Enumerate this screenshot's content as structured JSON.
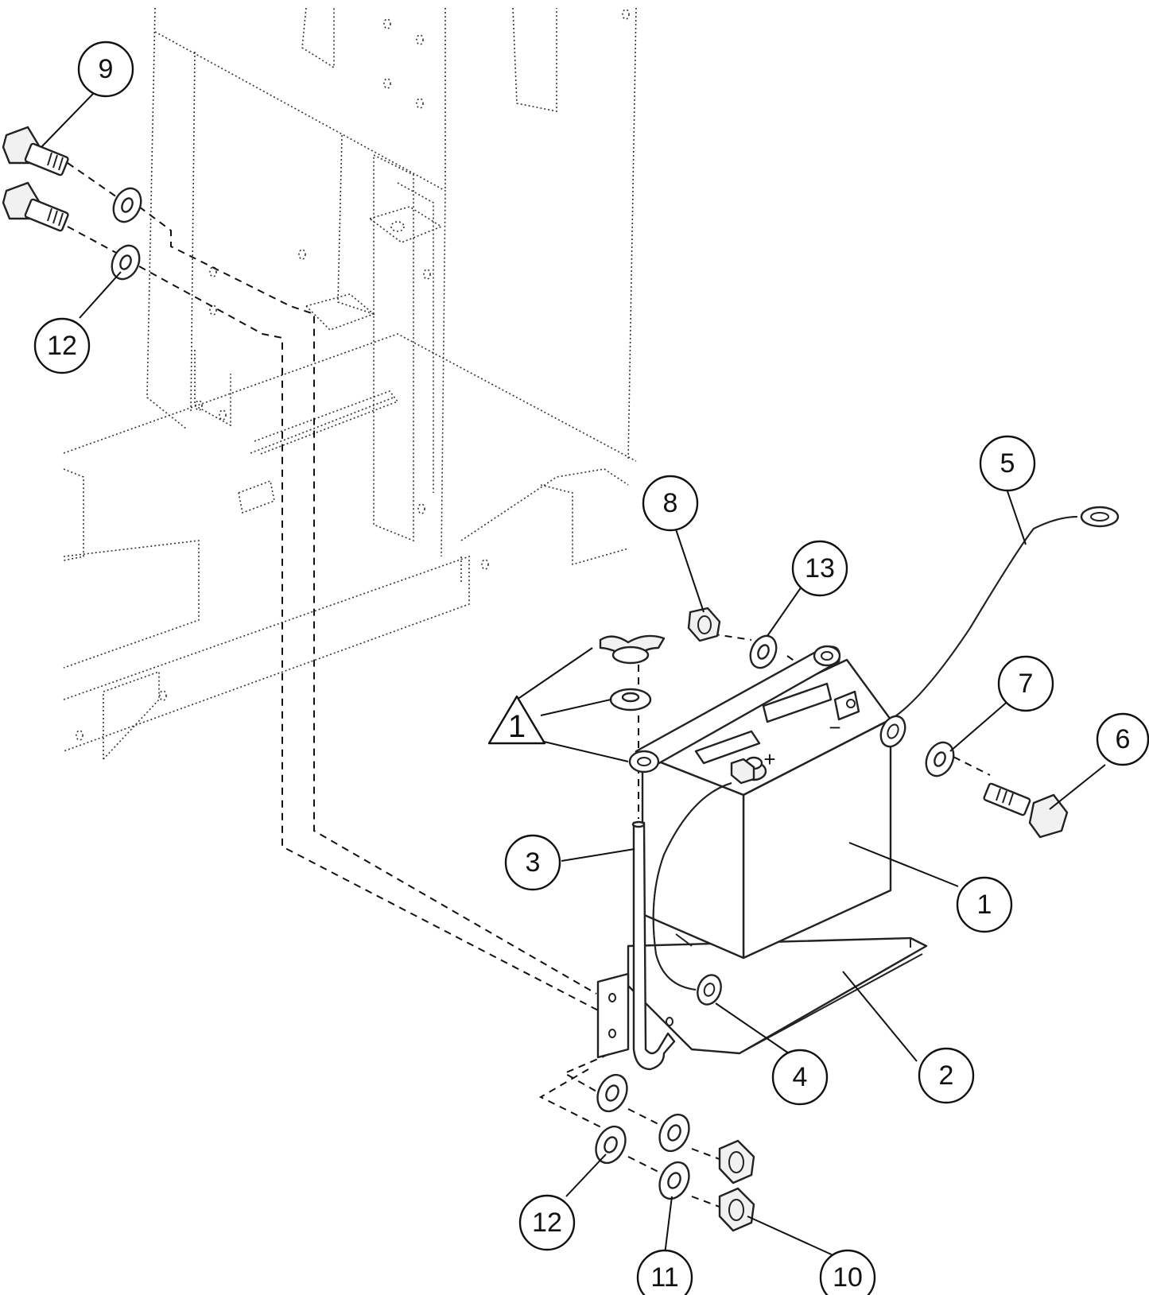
{
  "callouts": [
    {
      "id": "c9",
      "label": "9"
    },
    {
      "id": "c12a",
      "label": "12"
    },
    {
      "id": "c5",
      "label": "5"
    },
    {
      "id": "c8",
      "label": "8"
    },
    {
      "id": "c13",
      "label": "13"
    },
    {
      "id": "c7",
      "label": "7"
    },
    {
      "id": "c6",
      "label": "6"
    },
    {
      "id": "c3",
      "label": "3"
    },
    {
      "id": "c1",
      "label": "1"
    },
    {
      "id": "c4",
      "label": "4"
    },
    {
      "id": "c2",
      "label": "2"
    },
    {
      "id": "c12b",
      "label": "12"
    },
    {
      "id": "c11",
      "label": "11"
    },
    {
      "id": "c10",
      "label": "10"
    }
  ],
  "note_flag": {
    "label": "1"
  },
  "terminal_signs": {
    "negative": "−",
    "positive": "+"
  }
}
